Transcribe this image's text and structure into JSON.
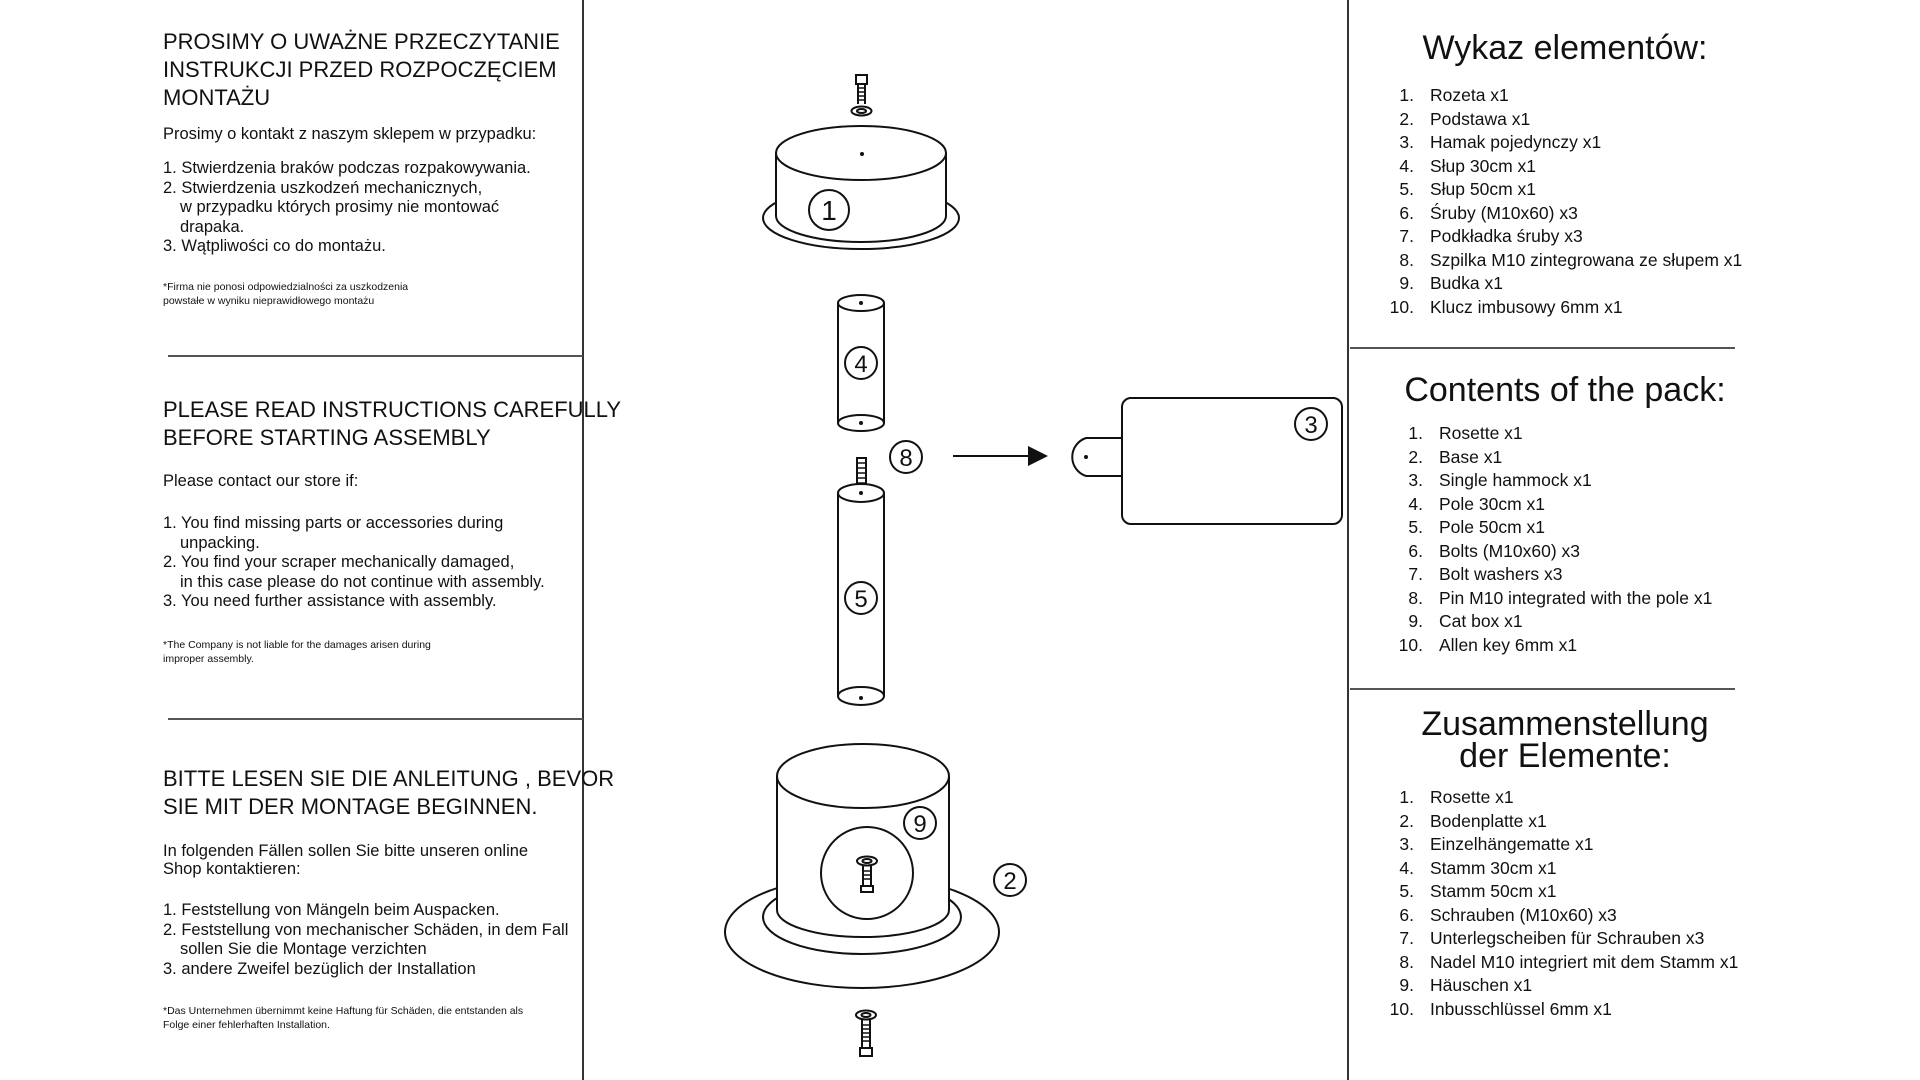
{
  "polish": {
    "title_lines": [
      "PROSIMY O UWAŻNE PRZECZYTANIE",
      "INSTRUKCJI PRZED ROZPOCZĘCIEM",
      "MONTAŻU"
    ],
    "intro": "Prosimy o kontakt z naszym sklepem w przypadku:",
    "items": [
      "1. Stwierdzenia braków podczas rozpakowywania.",
      "2. Stwierdzenia uszkodzeń mechanicznych,\n  w przypadku których prosimy nie montować\n  drapaka.",
      "3. Wątpliwości co do montażu."
    ],
    "note_lines": [
      "*Firma nie ponosi odpowiedzialności za uszkodzenia",
      "powstałe w wyniku nieprawidłowego montażu"
    ]
  },
  "english": {
    "title_lines": [
      "PLEASE READ INSTRUCTIONS CAREFULLY",
      "BEFORE STARTING ASSEMBLY"
    ],
    "intro": "Please contact our store if:",
    "items": [
      "1. You find missing parts or accessories during\n  unpacking.",
      "2. You find your scraper mechanically damaged,\n  in this case please do not continue with assembly.",
      "3. You need further assistance with assembly."
    ],
    "note_lines": [
      "*The Company is not liable for the damages arisen during",
      "improper assembly."
    ]
  },
  "german": {
    "title_lines": [
      "BITTE LESEN SIE DIE ANLEITUNG , BEVOR",
      "SIE MIT DER MONTAGE BEGINNEN."
    ],
    "intro_lines": [
      "In folgenden Fällen sollen Sie bitte unseren online",
      "Shop kontaktieren:"
    ],
    "items": [
      "1. Feststellung von Mängeln beim Auspacken.",
      "2. Feststellung von mechanischer Schäden, in dem Fall\n  sollen Sie die Montage verzichten",
      "3. andere Zweifel bezüglich der Installation"
    ],
    "note_lines": [
      "*Das Unternehmen übernimmt keine Haftung für Schäden, die entstanden als",
      "Folge einer  fehlerhaften Installation."
    ]
  },
  "parts_polish": {
    "title": "Wykaz elementów:",
    "items": [
      {
        "n": "1.",
        "t": "Rozeta x1"
      },
      {
        "n": "2.",
        "t": "Podstawa x1"
      },
      {
        "n": "3.",
        "t": "Hamak pojedynczy x1"
      },
      {
        "n": "4.",
        "t": "Słup 30cm x1"
      },
      {
        "n": "5.",
        "t": "Słup 50cm x1"
      },
      {
        "n": "6.",
        "t": "Śruby (M10x60) x3"
      },
      {
        "n": "7.",
        "t": "Podkładka śruby x3"
      },
      {
        "n": "8.",
        "t": "Szpilka M10 zintegrowana ze słupem x1"
      },
      {
        "n": "9.",
        "t": "Budka x1"
      },
      {
        "n": "10.",
        "t": "Klucz imbusowy 6mm x1"
      }
    ]
  },
  "parts_english": {
    "title": "Contents of the pack:",
    "items": [
      {
        "n": "1.",
        "t": "Rosette x1"
      },
      {
        "n": "2.",
        "t": "Base x1"
      },
      {
        "n": "3.",
        "t": "Single hammock x1"
      },
      {
        "n": "4.",
        "t": "Pole 30cm x1"
      },
      {
        "n": "5.",
        "t": "Pole 50cm x1"
      },
      {
        "n": "6.",
        "t": "Bolts (M10x60) x3"
      },
      {
        "n": "7.",
        "t": "Bolt washers x3"
      },
      {
        "n": "8.",
        "t": "Pin M10 integrated with the pole x1"
      },
      {
        "n": "9.",
        "t": "Cat box x1"
      },
      {
        "n": "10.",
        "t": "Allen key 6mm x1"
      }
    ]
  },
  "parts_german": {
    "title_lines": [
      "Zusammenstellung",
      "der Elemente:"
    ],
    "items": [
      {
        "n": "1.",
        "t": "Rosette x1"
      },
      {
        "n": "2.",
        "t": "Bodenplatte x1"
      },
      {
        "n": "3.",
        "t": "Einzelhängematte x1"
      },
      {
        "n": "4.",
        "t": "Stamm 30cm x1"
      },
      {
        "n": "5.",
        "t": "Stamm 50cm x1"
      },
      {
        "n": "6.",
        "t": "Schrauben (M10x60) x3"
      },
      {
        "n": "7.",
        "t": "Unterlegscheiben für Schrauben x3"
      },
      {
        "n": "8.",
        "t": "Nadel M10 integriert mit dem Stamm x1"
      },
      {
        "n": "9.",
        "t": "Häuschen x1"
      },
      {
        "n": "10.",
        "t": "Inbusschlüssel 6mm x1"
      }
    ]
  },
  "diagram_labels": {
    "rosette": "1",
    "base": "2",
    "hammock": "3",
    "pole_short": "4",
    "pole_long": "5",
    "pin": "8",
    "cat_box": "9"
  }
}
